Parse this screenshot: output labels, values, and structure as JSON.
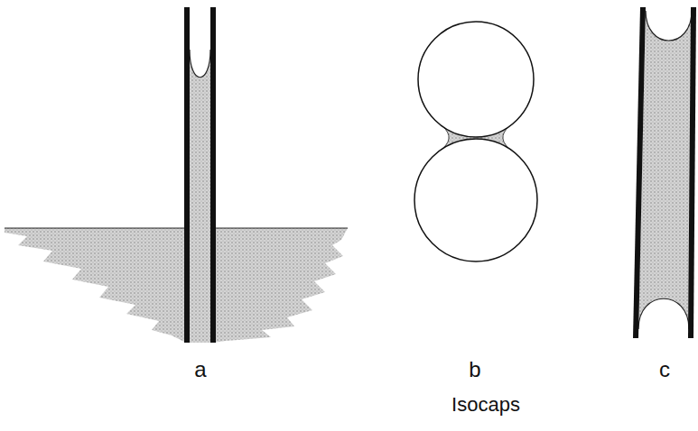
{
  "diagram": {
    "labels": [
      "a",
      "b",
      "c",
      "Isocaps"
    ]
  }
}
